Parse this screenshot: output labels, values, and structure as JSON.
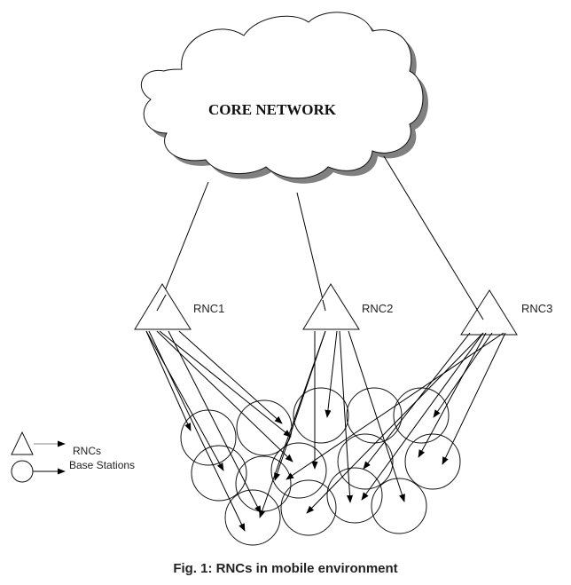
{
  "cloud": {
    "label": "CORE NETWORK",
    "shadow_color": "#808080"
  },
  "rncs": [
    {
      "id": "rnc1",
      "label": "RNC1"
    },
    {
      "id": "rnc2",
      "label": "RNC2"
    },
    {
      "id": "rnc3",
      "label": "RNC3"
    }
  ],
  "base_station_count": 14,
  "legend": {
    "items": [
      {
        "symbol": "triangle",
        "label": "RNCs"
      },
      {
        "symbol": "circle",
        "label": "Base Stations"
      }
    ]
  },
  "caption": "Fig. 1: RNCs in mobile environment"
}
